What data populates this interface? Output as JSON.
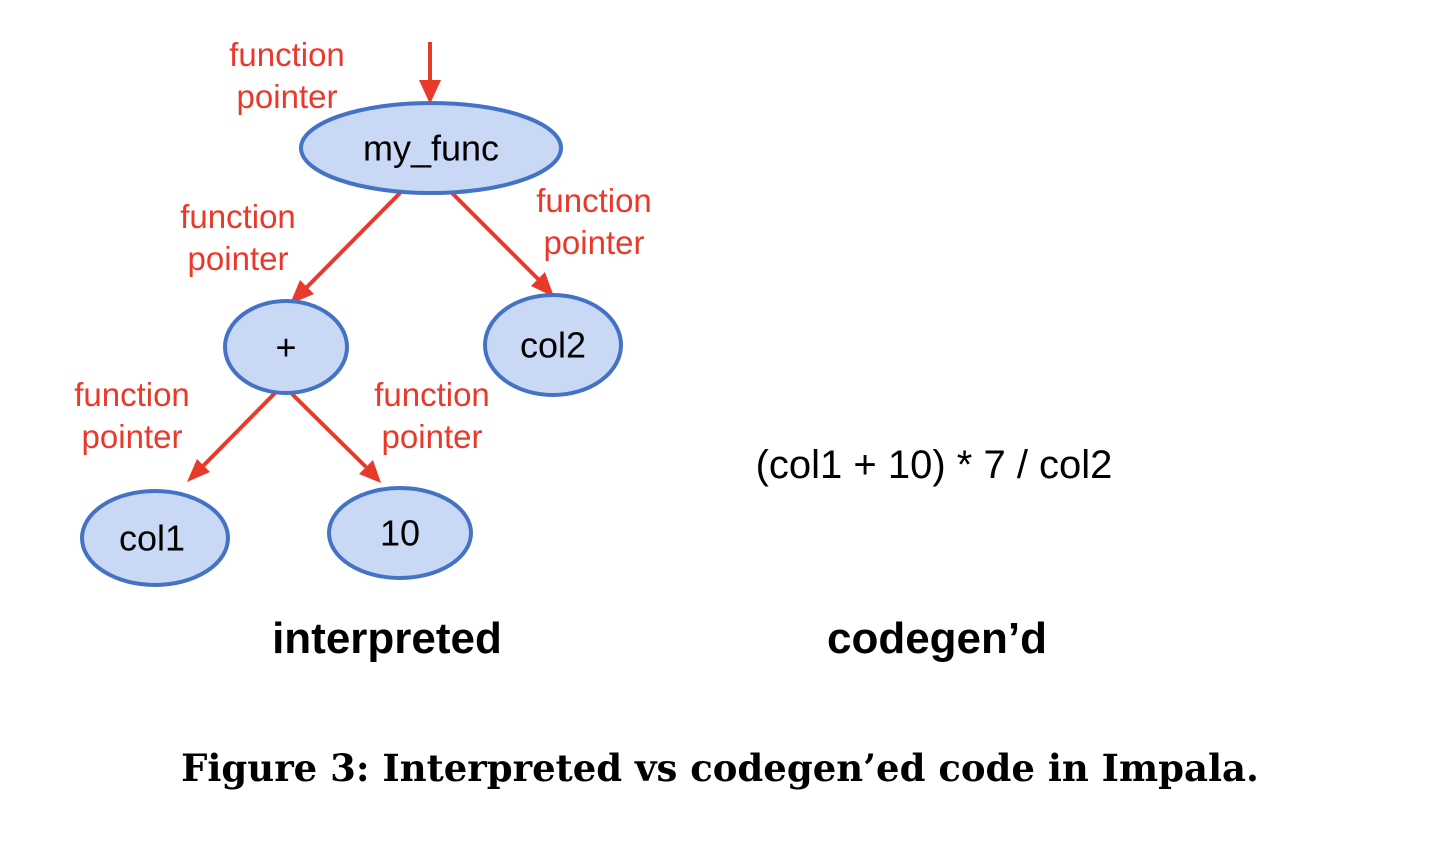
{
  "diagram": {
    "nodes": {
      "my_func": "my_func",
      "plus": "+",
      "col2": "col2",
      "col1": "col1",
      "ten": "10"
    },
    "pointer_label": {
      "line1": "function",
      "line2": "pointer"
    },
    "expression": "(col1 + 10) * 7 / col2",
    "interpreted_label": "interpreted",
    "codegen_label": "codegen’d"
  },
  "caption": "Figure 3: Interpreted vs codegen’ed code in Impala.",
  "colors": {
    "node_fill": "#c9d8f4",
    "node_stroke": "#4472c4",
    "pointer": "#e8392a"
  }
}
